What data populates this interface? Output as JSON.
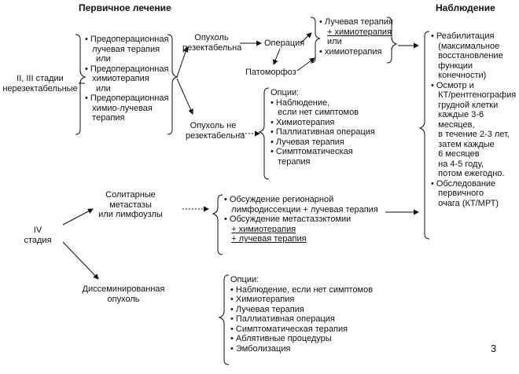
{
  "headers": {
    "primary": "Первичное лечение",
    "observation": "Наблюдение"
  },
  "stage_23": [
    "II, III стадии",
    "нерезектабельные"
  ],
  "preop": [
    [
      "Предоперационная",
      "лучевая терапия"
    ],
    [
      "или"
    ],
    [
      "Предоперационная",
      "химиотерапия"
    ],
    [
      "или"
    ],
    [
      "Предоперационная",
      "химио-лучевая",
      "терапия"
    ]
  ],
  "resectable": [
    "Опухоль",
    "резектабельна"
  ],
  "operation": "Операция",
  "pathomorphosis": "Патоморфоз",
  "postop": [
    [
      "Лучевая терапия"
    ],
    [
      "+ химиотерапия"
    ],
    [
      "или"
    ],
    [
      "химиотерапия"
    ]
  ],
  "nonresectable": [
    "Опухоль не",
    "резектабельна"
  ],
  "options1_title": "Опции:",
  "options1": [
    [
      "Наблюдение,",
      "если нет симптомов"
    ],
    [
      "Химиотерапия"
    ],
    [
      "Паллиативная операция"
    ],
    [
      "Лучевая терапия"
    ],
    [
      "Симптоматическая",
      "терапия"
    ]
  ],
  "observation_items": [
    [
      "Реабилитация",
      "(максимальное",
      "восстановление",
      "функции",
      "конечности)"
    ],
    [
      "Осмотр и",
      "КТ/рентгенография",
      "грудной клетки",
      "каждые 3-6",
      "месяцев,",
      "в течение 2-3 лет,",
      "затем каждые",
      "6 месяцев",
      "на 4-5 году,",
      "потом ежегодно."
    ],
    [
      "Обследование",
      "первичного",
      "очага (КТ/МРТ)"
    ]
  ],
  "stage4": [
    "IV",
    "стадия"
  ],
  "solitary": [
    "Солитарные",
    "метастазы",
    "или лимфоузлы"
  ],
  "solitary_opts": [
    [
      "Обсуждение регионарной",
      "лимфодиссекции + лучевая терапия"
    ],
    [
      "Обсуждение метастазэктомии",
      "+ химиотерапия",
      "+ лучевая терапия"
    ]
  ],
  "disseminated": [
    "Диссеминированная",
    "опухоль"
  ],
  "options2_title": "Опции:",
  "options2": [
    "Наблюдение, если нет симптомов",
    "Химиотерапия",
    "Лучевая терапия",
    "Паллиативная операция",
    "Симптоматическая терапия",
    "Аблятивные процедуры",
    "Эмболизация"
  ],
  "page_number": "3"
}
